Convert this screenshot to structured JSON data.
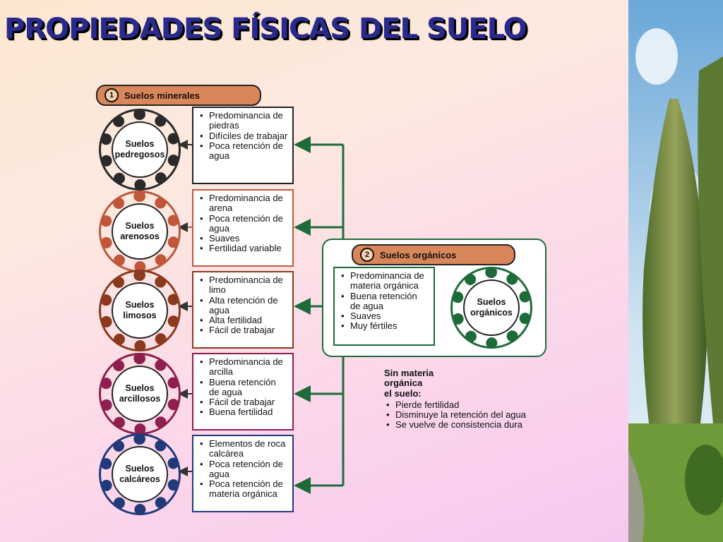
{
  "title": "PROPIEDADES FÍSICAS DEL SUELO",
  "minerales": {
    "number": "1",
    "label": "Suelos minerales",
    "soils": [
      {
        "name": "Suelos pedregosos",
        "color": "#2a2a2a",
        "items": [
          "Predominancia de piedras",
          "Difíciles de trabajar",
          "Poca retención de agua"
        ]
      },
      {
        "name": "Suelos arenosos",
        "color": "#c0573a",
        "items": [
          "Predominancia de arena",
          "Poca retención de agua",
          "Suaves",
          "Fertilidad variable"
        ]
      },
      {
        "name": "Suelos limosos",
        "color": "#8b3a1e",
        "items": [
          "Predominancia de limo",
          "Alta retención de agua",
          "Alta fertilidad",
          "Fácil de trabajar"
        ]
      },
      {
        "name": "Suelos arcillosos",
        "color": "#8e1f4e",
        "items": [
          "Predominancia de arcilla",
          "Buena retención de agua",
          "Fácil de trabajar",
          "Buena fertilidad"
        ]
      },
      {
        "name": "Suelos calcáreos",
        "color": "#233a7a",
        "items": [
          "Elementos de roca calcárea",
          "Poca retención de agua",
          "Poca retención de materia orgánica"
        ]
      }
    ]
  },
  "organicos": {
    "number": "2",
    "label": "Suelos orgánicos",
    "ring_label": "Suelos orgánicos",
    "color": "#1e6b3a",
    "items": [
      "Predominancia de materia orgánica",
      "Buena retención de agua",
      "Suaves",
      "Muy fértiles"
    ]
  },
  "note": {
    "heading": "Sin materia\norgánica\nel suelo:",
    "items": [
      "Pierde fertilidad",
      "Disminuye la retención del agua",
      "Se vuelve de consistencia dura"
    ]
  },
  "colors": {
    "connector": "#1e6b3a",
    "pill": "#d9865a",
    "title": "#2a2a8c"
  }
}
